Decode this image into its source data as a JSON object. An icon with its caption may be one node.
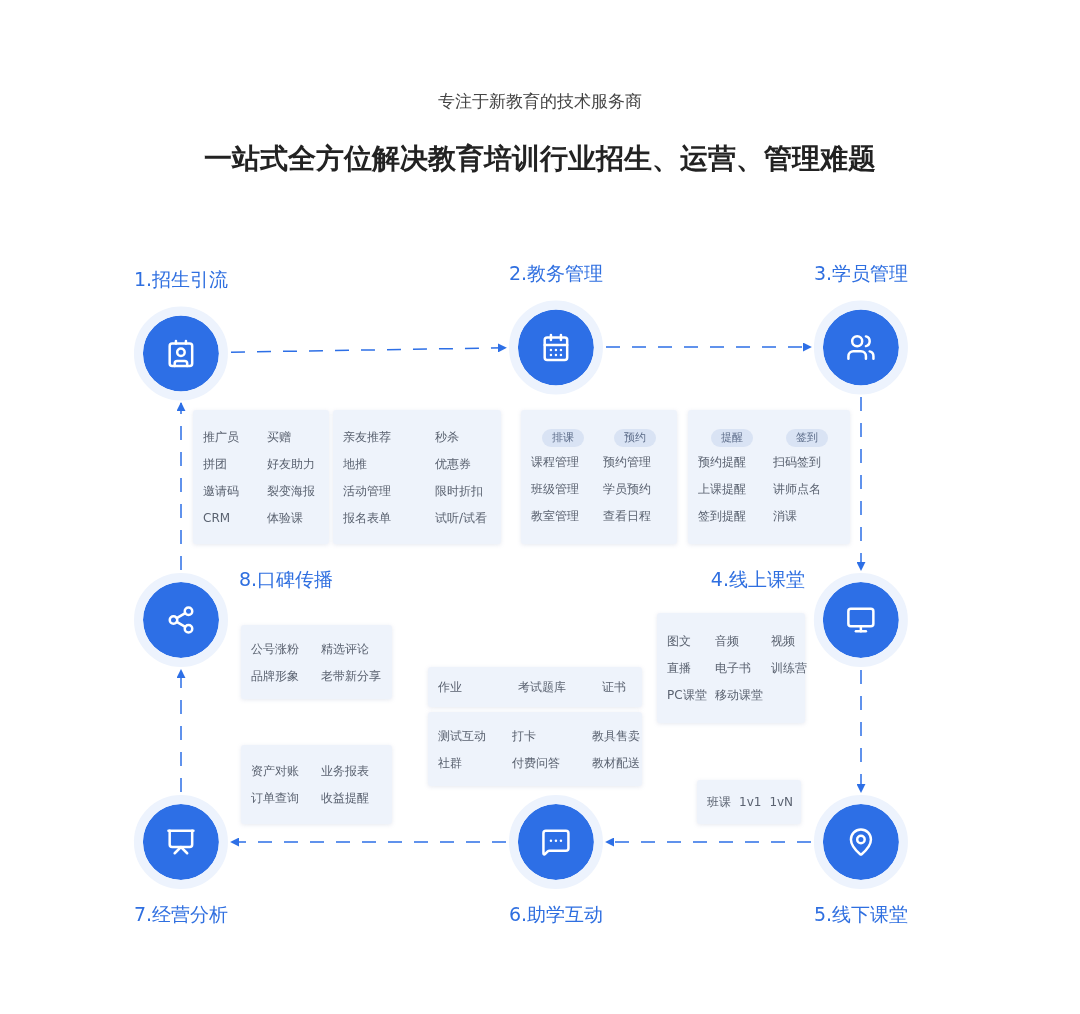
{
  "diagram": {
    "title": "一站式全方位解决教育培训行业招生、运营、管理难题",
    "nodes": [
      {
        "text": [
          "1.招生引流"
        ]
      },
      {
        "text": [
          "2.教务管理"
        ]
      },
      {
        "text": [
          "3.学员管理"
        ]
      },
      {
        "text": [
          "4.线上课堂"
        ]
      },
      {
        "text": [
          "5.线下课堂"
        ]
      },
      {
        "text": [
          "6.助学互动"
        ]
      },
      {
        "text": [
          "7.经营分析"
        ]
      },
      {
        "text": [
          "8.口碑传播"
        ]
      },
      {
        "text": [
          "推广员",
          "买赠",
          "拼团",
          "好友助力",
          "邀请码",
          "裂变海报",
          "CRM",
          "体验课"
        ]
      },
      {
        "text": [
          "亲友推荐",
          "秒杀",
          "地推",
          "优惠券",
          "活动管理",
          "限时折扣",
          "报名表单",
          "试听/试看"
        ]
      },
      {
        "text": [
          "排课",
          "预约",
          "课程管理",
          "预约管理",
          "班级管理",
          "学员预约",
          "教室管理",
          "查看日程"
        ]
      },
      {
        "text": [
          "提醒",
          "签到",
          "预约提醒",
          "扫码签到",
          "上课提醒",
          "讲师点名",
          "签到提醒",
          "消课"
        ]
      },
      {
        "text": [
          "图文",
          "音频",
          "视频",
          "直播",
          "电子书",
          "训练营",
          "PC课堂",
          "移动课堂"
        ]
      },
      {
        "text": [
          "班课",
          "1v1",
          "1vN"
        ]
      },
      {
        "text": [
          "作业",
          "考试题库",
          "证书"
        ]
      },
      {
        "text": [
          "测试互动",
          "打卡",
          "教具售卖",
          "社群",
          "付费问答",
          "教材配送"
        ]
      },
      {
        "text": [
          "资产对账",
          "业务报表",
          "订单查询",
          "收益提醒"
        ]
      },
      {
        "text": [
          "公号涨粉",
          "精选评论",
          "品牌形象",
          "老带新分享"
        ]
      }
    ],
    "edges": [
      {
        "from": 0,
        "to": 1,
        "arrow": "to",
        "style": "dashed"
      },
      {
        "from": 1,
        "to": 2,
        "arrow": "to",
        "style": "dashed"
      },
      {
        "from": 2,
        "to": 3,
        "arrow": "to",
        "style": "dashed"
      },
      {
        "from": 3,
        "to": 4,
        "arrow": "to",
        "style": "dashed"
      },
      {
        "from": 4,
        "to": 5,
        "arrow": "to",
        "style": "dashed"
      },
      {
        "from": 5,
        "to": 6,
        "arrow": "to",
        "style": "dashed"
      },
      {
        "from": 6,
        "to": 7,
        "arrow": "to",
        "style": "dashed"
      },
      {
        "from": 7,
        "to": 0,
        "arrow": "to",
        "style": "dashed"
      }
    ],
    "labels": [
      "专注于新教育的技术服务商"
    ]
  }
}
